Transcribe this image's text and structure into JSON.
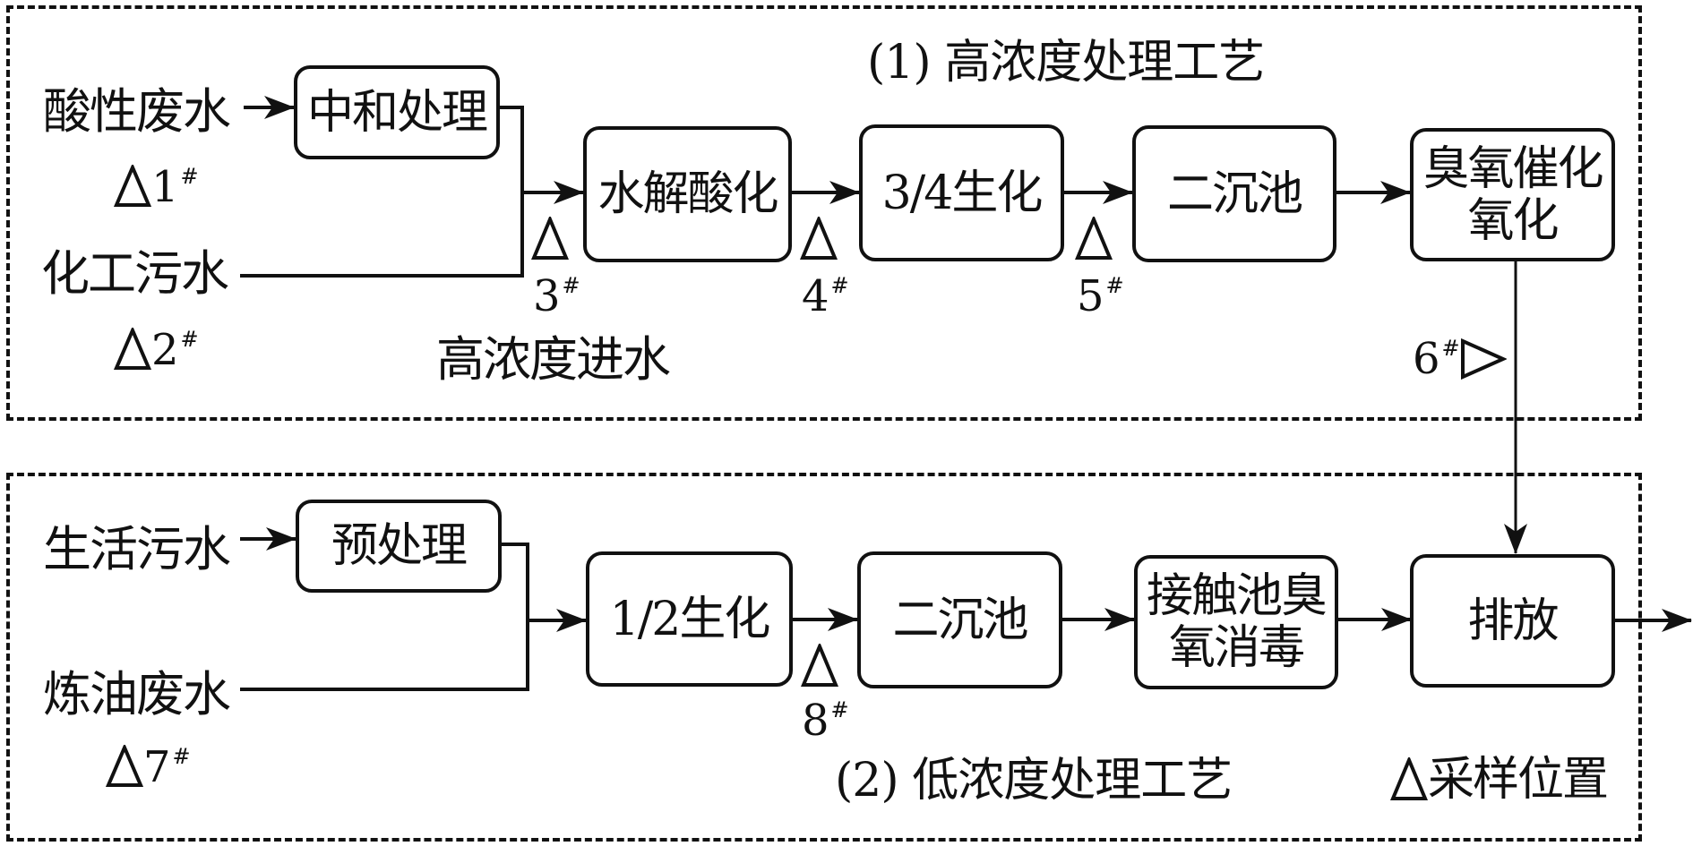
{
  "diagram": {
    "section_high": {
      "title": "(1)  高浓度处理工艺",
      "inputs": [
        {
          "label": "酸性废水",
          "sample": {
            "id": "1",
            "sup": "#"
          }
        },
        {
          "label": "化工污水",
          "sample": {
            "id": "2",
            "sup": "#"
          }
        }
      ],
      "pre_node": "中和处理",
      "merge_label": "高浓度进水",
      "nodes": [
        "水解酸化",
        "3/4生化",
        "二沉池",
        "臭氧催化\n氧化"
      ],
      "samples": [
        {
          "id": "3",
          "sup": "#"
        },
        {
          "id": "4",
          "sup": "#"
        },
        {
          "id": "5",
          "sup": "#"
        },
        {
          "id": "6",
          "sup": "#"
        }
      ]
    },
    "section_low": {
      "title": "(2)  低浓度处理工艺",
      "inputs": [
        {
          "label": "生活污水"
        },
        {
          "label": "炼油废水",
          "sample": {
            "id": "7",
            "sup": "#"
          }
        }
      ],
      "pre_node": "预处理",
      "nodes": [
        "1/2生化",
        "二沉池",
        "接触池臭\n氧消毒",
        "排放"
      ],
      "samples": [
        {
          "id": "8",
          "sup": "#"
        }
      ]
    },
    "legend": {
      "symbol": "triangle-sample-icon",
      "label": "采样位置"
    },
    "colors": {
      "stroke": "#111111",
      "background": "#ffffff"
    }
  }
}
